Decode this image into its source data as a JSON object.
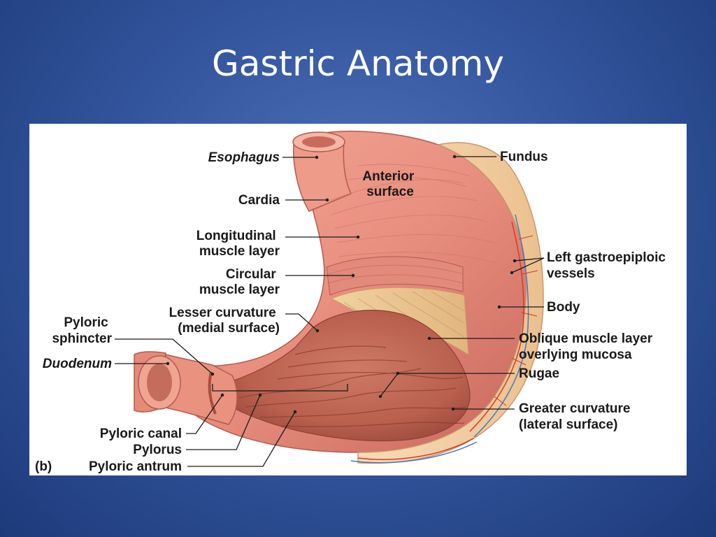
{
  "slide": {
    "title": "Gastric Anatomy"
  },
  "figure": {
    "panel_label": "(b)",
    "overlay": {
      "anterior_surface": [
        "Anterior",
        "surface"
      ]
    },
    "labels": {
      "esophagus": [
        "Esophagus"
      ],
      "cardia": [
        "Cardia"
      ],
      "longitudinal": [
        "Longitudinal",
        "muscle layer"
      ],
      "circular": [
        "Circular",
        "muscle layer"
      ],
      "lesser_curvature": [
        "Lesser curvature",
        "(medial surface)"
      ],
      "pyloric_sphincter": [
        "Pyloric",
        "sphincter"
      ],
      "duodenum": [
        "Duodenum"
      ],
      "pyloric_canal": [
        "Pyloric canal"
      ],
      "pylorus": [
        "Pylorus"
      ],
      "pyloric_antrum": [
        "Pyloric antrum"
      ],
      "fundus": [
        "Fundus"
      ],
      "left_gastroepiploic": [
        "Left gastroepiploic",
        "vessels"
      ],
      "body": [
        "Body"
      ],
      "oblique": [
        "Oblique muscle layer",
        "overlying mucosa"
      ],
      "rugae": [
        "Rugae"
      ],
      "greater_curvature": [
        "Greater curvature",
        "(lateral surface)"
      ]
    },
    "colors": {
      "muscle": "#e98f80",
      "muscle_dark": "#c8685c",
      "mucosa": "#c06a58",
      "serosa_cut": "#f3cfa4",
      "vessel_red": "#d23b2c",
      "vessel_blue": "#4a78c0"
    }
  }
}
